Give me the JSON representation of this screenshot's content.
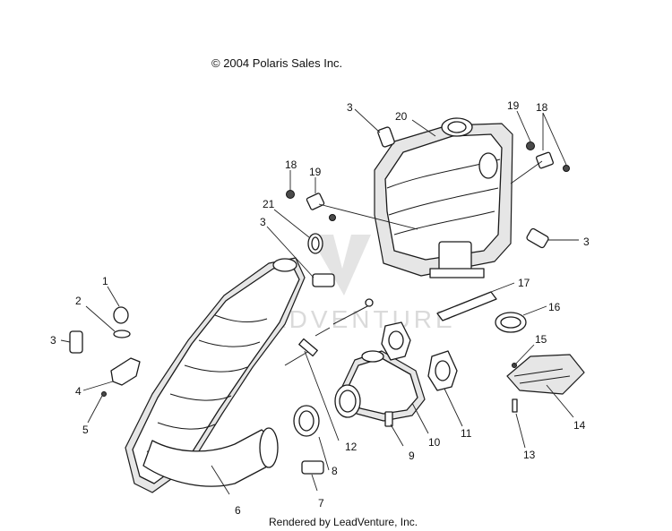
{
  "copyright": "© 2004 Polaris Sales Inc.",
  "watermark": "ADVENTURE",
  "footer": "Rendered by LeadVenture, Inc.",
  "callouts": [
    {
      "id": "c1",
      "label": "1"
    },
    {
      "id": "c2",
      "label": "2"
    },
    {
      "id": "c3a",
      "label": "3"
    },
    {
      "id": "c3b",
      "label": "3"
    },
    {
      "id": "c3c",
      "label": "3"
    },
    {
      "id": "c3d",
      "label": "3"
    },
    {
      "id": "c4",
      "label": "4"
    },
    {
      "id": "c5",
      "label": "5"
    },
    {
      "id": "c6",
      "label": "6"
    },
    {
      "id": "c7",
      "label": "7"
    },
    {
      "id": "c8",
      "label": "8"
    },
    {
      "id": "c9",
      "label": "9"
    },
    {
      "id": "c10",
      "label": "10"
    },
    {
      "id": "c11",
      "label": "11"
    },
    {
      "id": "c12",
      "label": "12"
    },
    {
      "id": "c13",
      "label": "13"
    },
    {
      "id": "c14",
      "label": "14"
    },
    {
      "id": "c15",
      "label": "15"
    },
    {
      "id": "c16",
      "label": "16"
    },
    {
      "id": "c17",
      "label": "17"
    },
    {
      "id": "c18a",
      "label": "18"
    },
    {
      "id": "c18b",
      "label": "18"
    },
    {
      "id": "c19a",
      "label": "19"
    },
    {
      "id": "c19b",
      "label": "19"
    },
    {
      "id": "c20",
      "label": "20"
    },
    {
      "id": "c21",
      "label": "21"
    }
  ]
}
